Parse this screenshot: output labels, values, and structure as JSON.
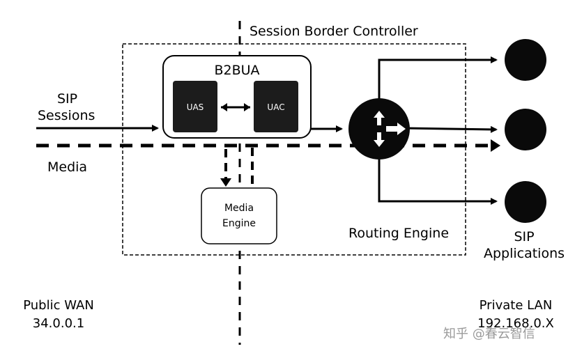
{
  "title": "Session Border Controller",
  "b2bua": {
    "title": "B2BUA",
    "uas": "UAS",
    "uac": "UAC"
  },
  "media_engine": {
    "line1": "Media",
    "line2": "Engine"
  },
  "routing_engine": "Routing Engine",
  "sip_sessions": {
    "line1": "SIP",
    "line2": "Sessions"
  },
  "media": "Media",
  "sip_applications": {
    "line1": "SIP",
    "line2": "Applications"
  },
  "public_wan": {
    "label": "Public WAN",
    "ip": "34.0.0.1"
  },
  "private_lan": {
    "label": "Private LAN",
    "ip": "192.168.0.X"
  },
  "watermark": "知乎 @春云智信",
  "colors": {
    "ink": "#000000",
    "box_fill": "#1c1c1c",
    "background": "#ffffff"
  }
}
